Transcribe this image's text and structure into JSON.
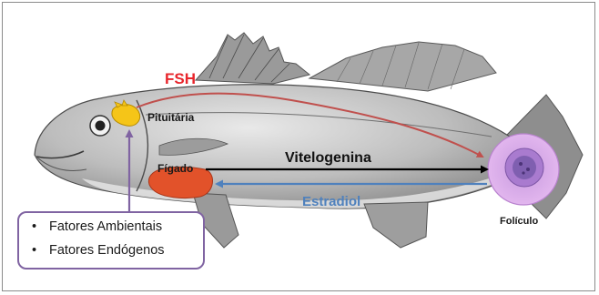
{
  "labels": {
    "hormone_fsh": "FSH",
    "gland_pituitary": "Pituitária",
    "organ_liver": "Fígado",
    "protein_vitellogenin": "Vitelogenina",
    "hormone_estradiol": "Estradiol",
    "structure_follicle": "Folículo"
  },
  "factors": {
    "bullet": "•",
    "items": [
      "Fatores Ambientais",
      "Fatores Endógenos"
    ]
  },
  "colors": {
    "fsh_arrow": "#c0504d",
    "vitellogenin_arrow": "#000000",
    "estradiol_arrow": "#4f81bd",
    "factor_arrow": "#8064a2",
    "pituitary": "#f5c518",
    "liver": "#e2522a",
    "follicle": "#d9a3e8"
  }
}
